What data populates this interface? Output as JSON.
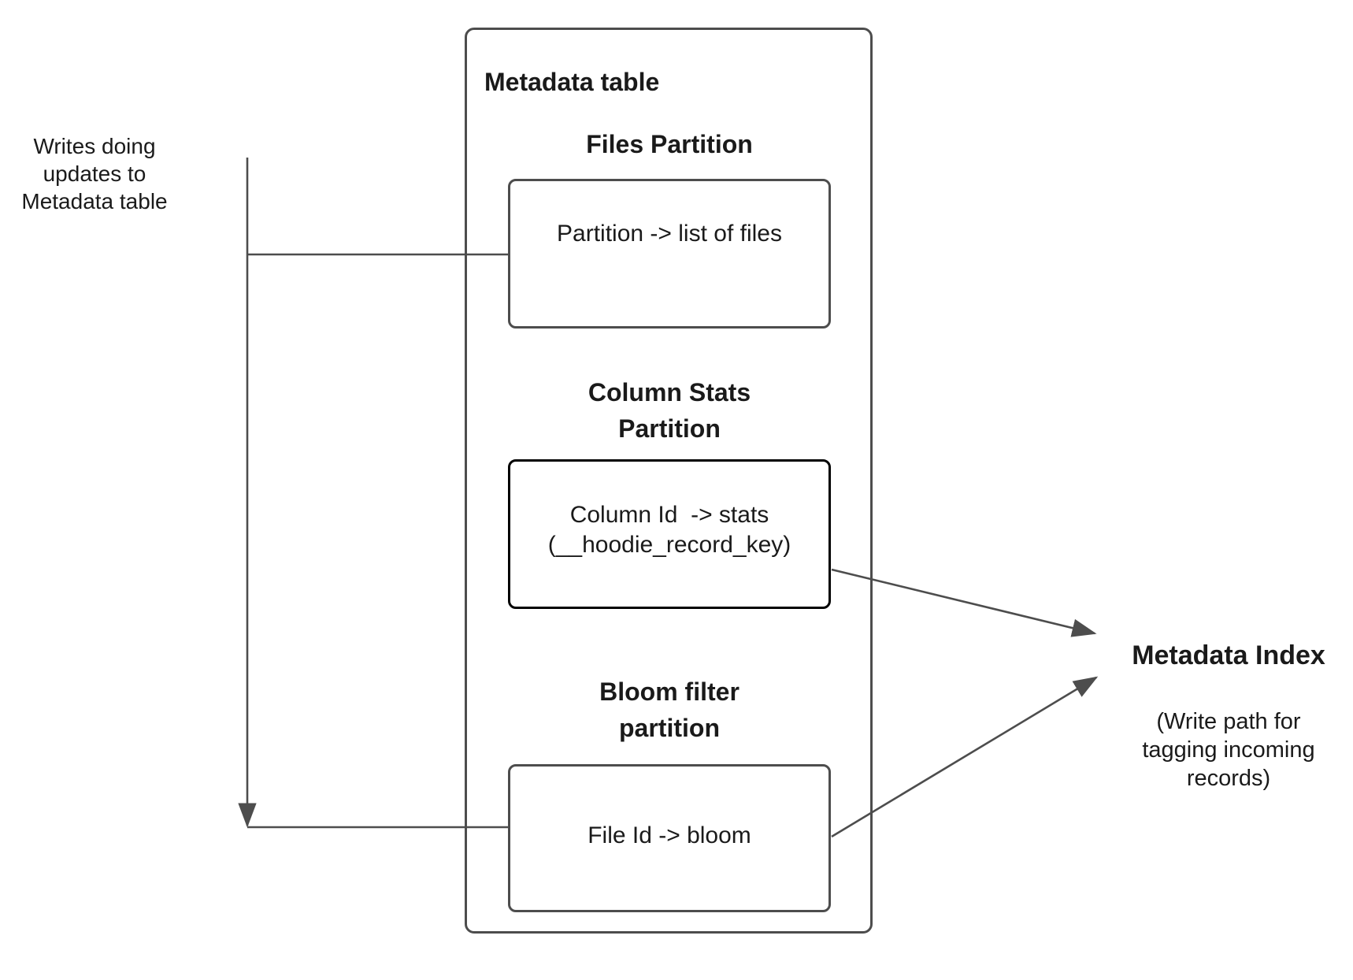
{
  "colors": {
    "stroke": "#4d4d4d",
    "emphasis_stroke": "#000000",
    "text": "#1a1a1a",
    "background": "#ffffff"
  },
  "left_label": "Writes doing\nupdates to\nMetadata table",
  "metadata_table": {
    "title": "Metadata table",
    "files": {
      "heading": "Files Partition",
      "body": "Partition -> list of files"
    },
    "column_stats": {
      "heading": "Column Stats\nPartition",
      "body": "Column Id  -> stats\n(__hoodie_record_key)"
    },
    "bloom": {
      "heading": "Bloom filter\npartition",
      "body": "File Id -> bloom"
    }
  },
  "metadata_index": {
    "title": "Metadata Index",
    "subtitle": "(Write path for\ntagging incoming\nrecords)"
  }
}
